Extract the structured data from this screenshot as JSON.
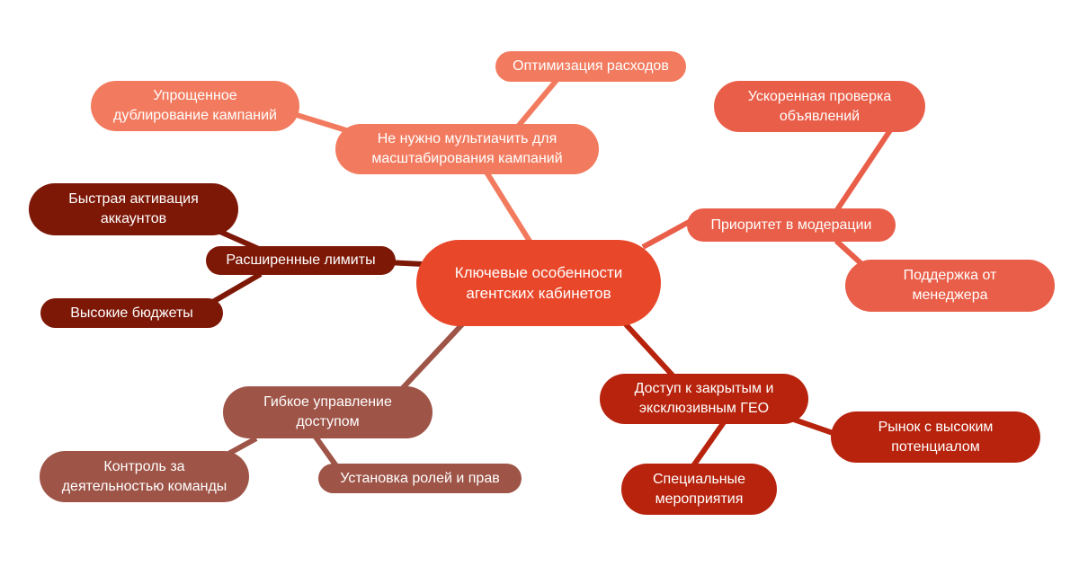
{
  "colors": {
    "center": "#e8472a",
    "light": "#f27b5f",
    "coral": "#e95e48",
    "darkred": "#7d1807",
    "brown": "#9e5447",
    "red": "#b7230c"
  },
  "center": {
    "label": "Ключевые особенности\nагентских кабинетов"
  },
  "branches": {
    "scaling": {
      "label": "Не нужно мультиачить для\nмасштабирования кампаний",
      "children": [
        "Оптимизация расходов",
        "Упрощенное\nдублирование кампаний"
      ]
    },
    "moderation": {
      "label": "Приоритет в модерации",
      "children": [
        "Ускоренная проверка\nобъявлений",
        "Поддержка от\nменеджера"
      ]
    },
    "limits": {
      "label": "Расширенные лимиты",
      "children": [
        "Быстрая активация\nаккаунтов",
        "Высокие бюджеты"
      ]
    },
    "access": {
      "label": "Гибкое управление\nдоступом",
      "children": [
        "Контроль за\nдеятельностью команды",
        "Установка ролей и прав"
      ]
    },
    "geo": {
      "label": "Доступ к закрытым и\nэксклюзивным ГЕО",
      "children": [
        "Рынок с высоким\nпотенциалом",
        "Специальные\nмероприятия"
      ]
    }
  }
}
